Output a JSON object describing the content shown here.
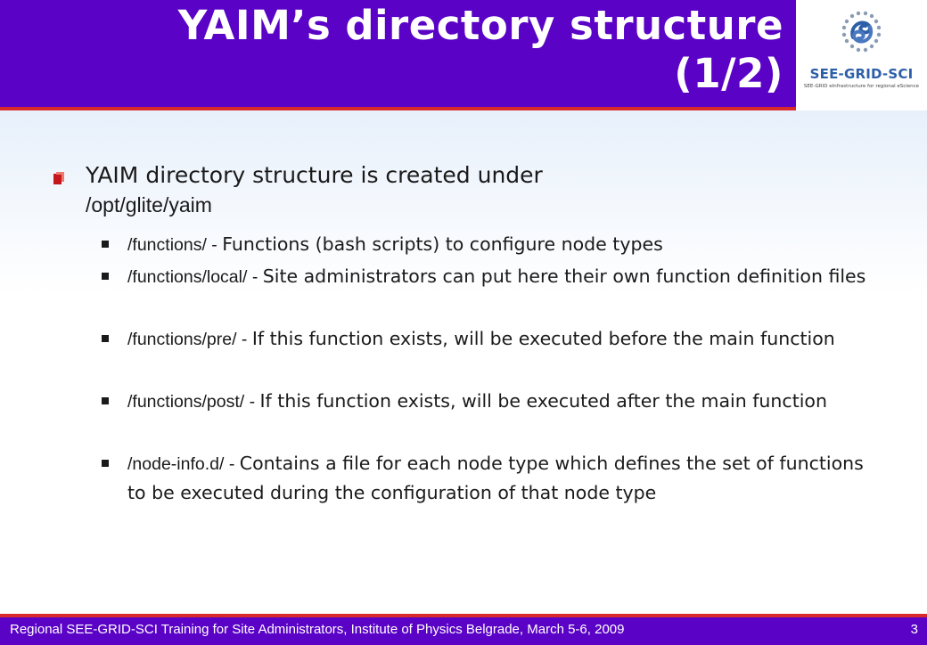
{
  "header": {
    "title_line1": "YAIM’s directory structure",
    "title_line2": "(1/2)",
    "logo_name": "SEE-GRID-SCI",
    "logo_tagline": "SEE-GRID eInfrastructure for regional eScience"
  },
  "main_bullet": {
    "text": "YAIM directory structure is created under",
    "path": "/opt/glite/yaim"
  },
  "sub_bullets": [
    {
      "path": "/functions/",
      "sep": " - ",
      "text": "Functions (bash scripts) to configure node types"
    },
    {
      "path": "/functions/local/",
      "sep": " - ",
      "text": "Site administrators can put here their own function definition files"
    },
    {
      "path": "/functions/pre/",
      "sep": " - ",
      "text": "If this function exists, will be executed before the main function"
    },
    {
      "path": "/functions/post/",
      "sep": " - ",
      "text": "If this function exists, will be executed after the main function"
    },
    {
      "path": "/node-info.d/",
      "sep": " - ",
      "text": "Contains a file for each node type which defines the set of functions to be executed during the configuration of that node type"
    }
  ],
  "footer": {
    "text": "Regional SEE-GRID-SCI Training for Site Administrators, Institute of Physics Belgrade, March 5-6, 2009",
    "page_number": "3"
  },
  "colors": {
    "title_bar": "#5a02c6",
    "accent_line": "#d82a2a",
    "logo_blue": "#2d5fa8"
  }
}
